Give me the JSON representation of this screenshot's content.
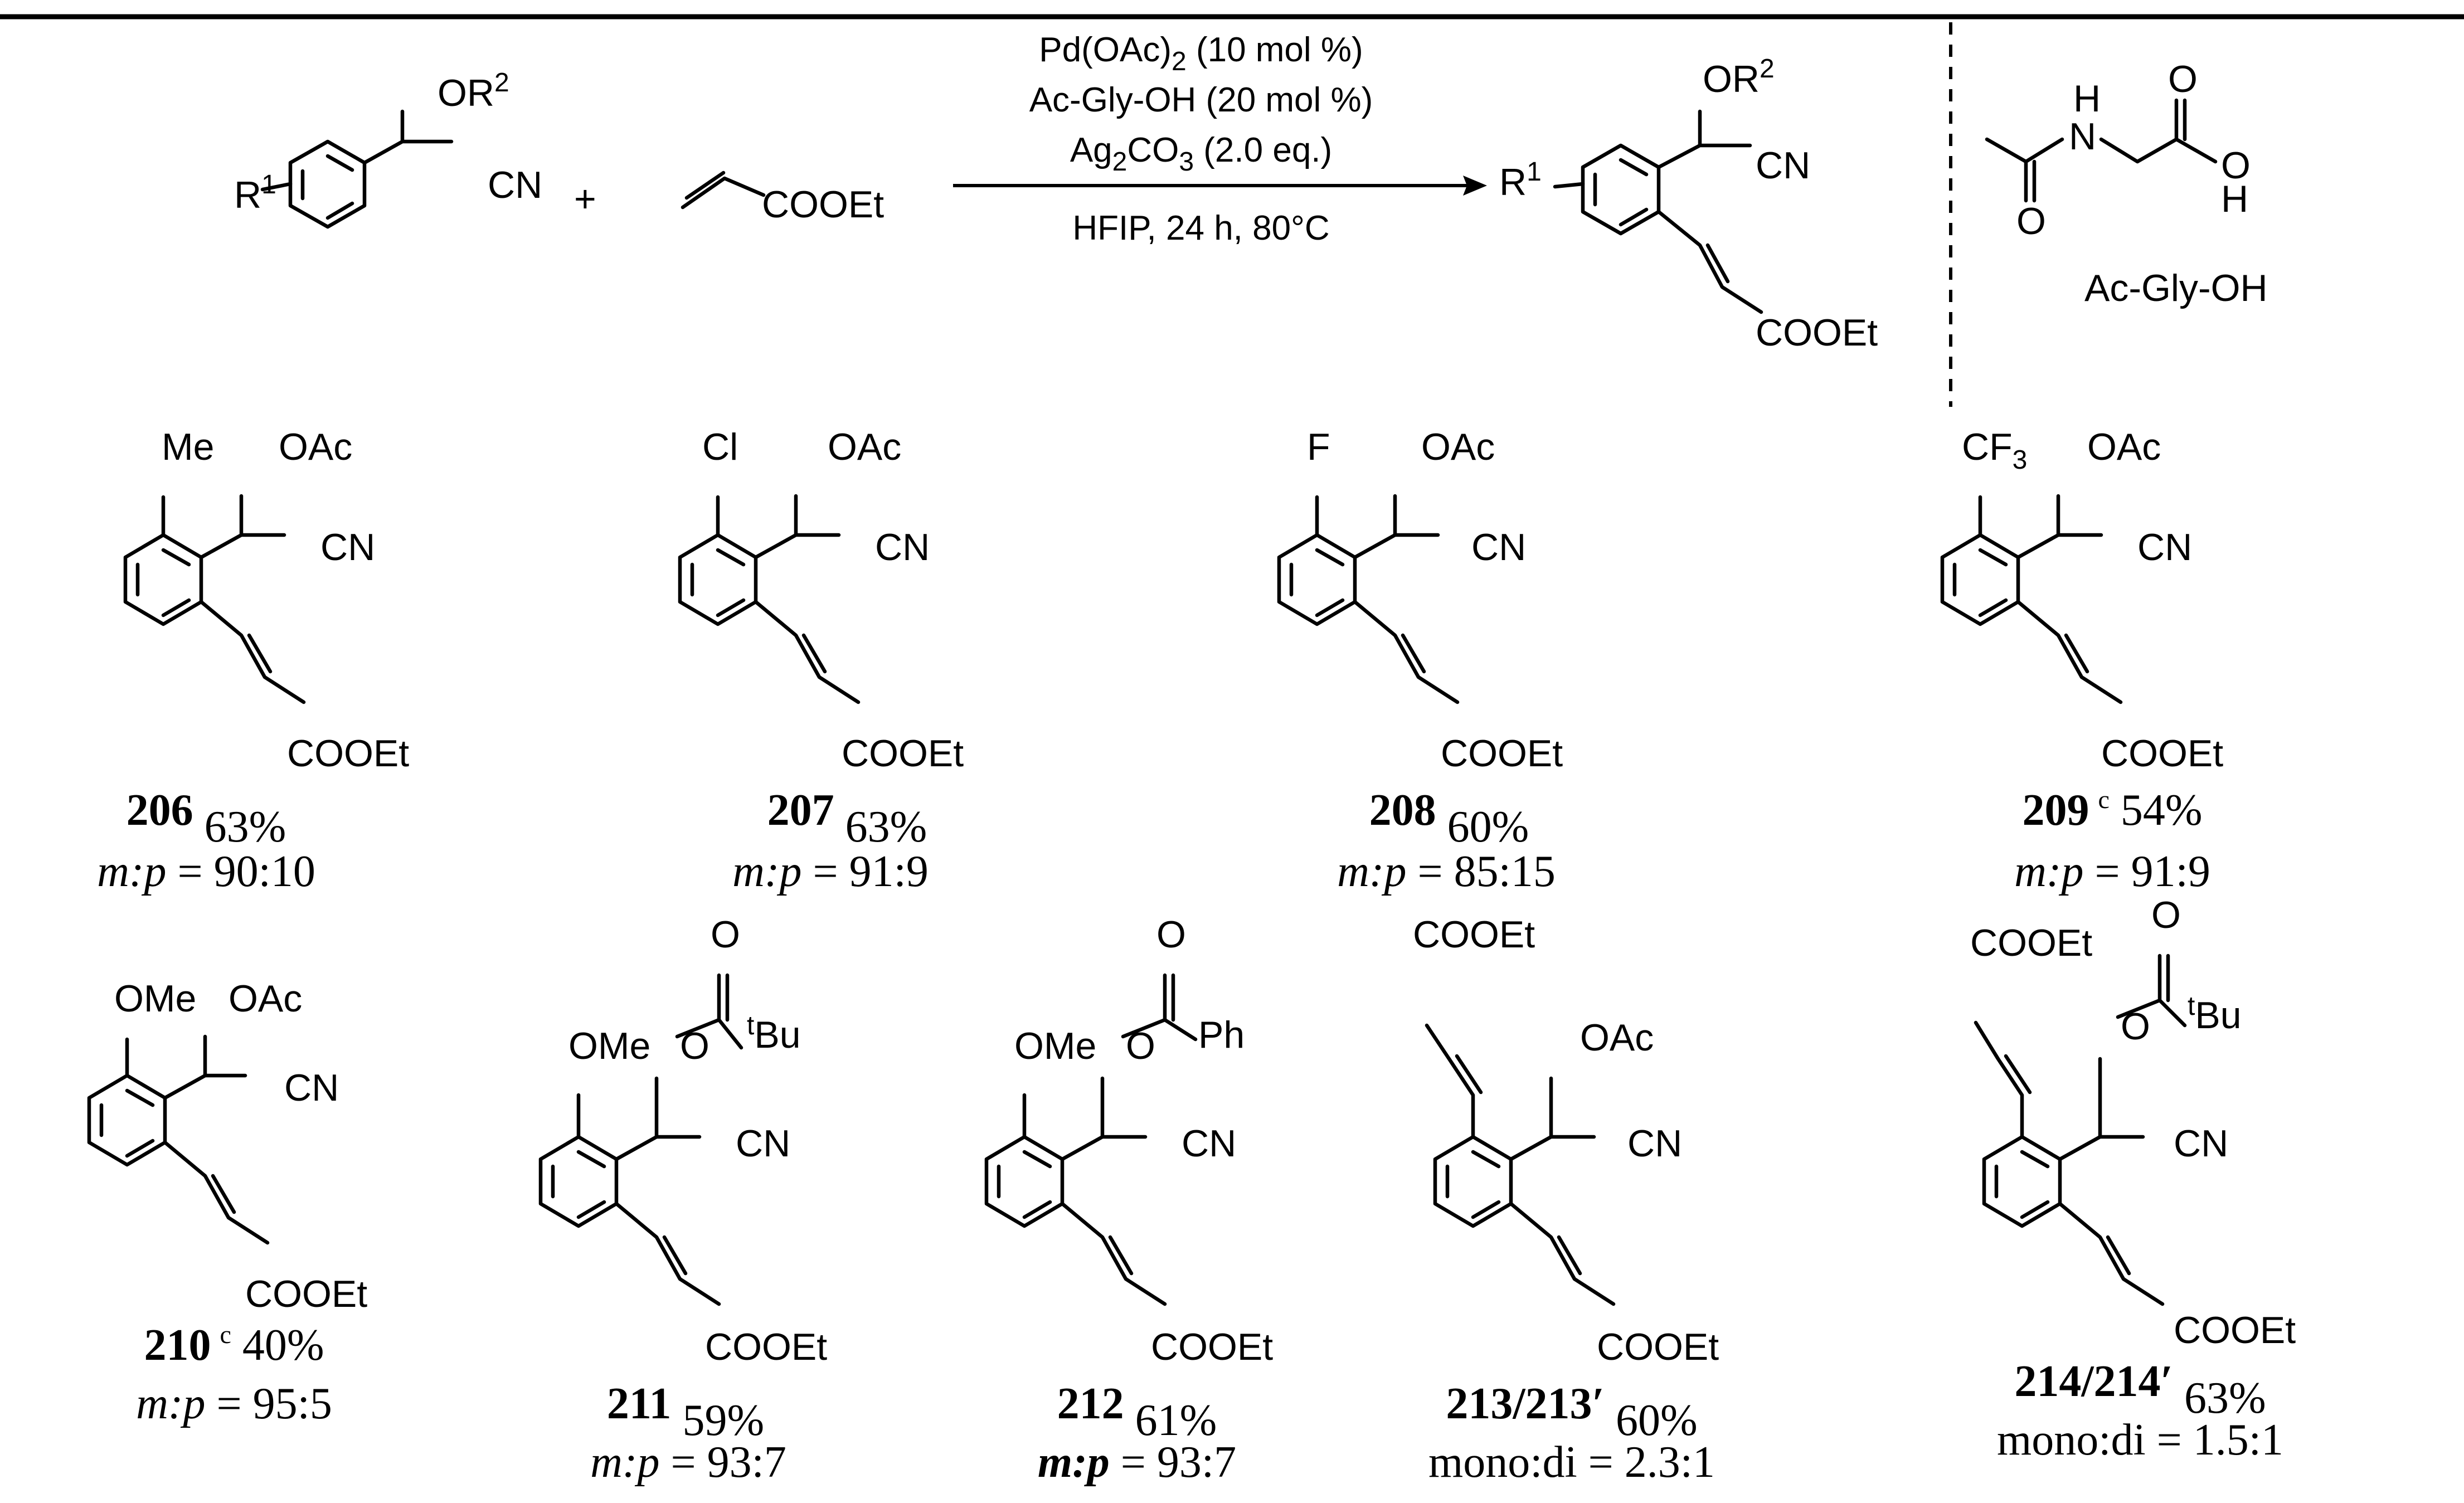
{
  "reaction": {
    "reactant1": {
      "R1": "R",
      "R1_sup": "1",
      "OR2": "OR",
      "OR2_sup": "2",
      "CN": "CN"
    },
    "plus": "+",
    "reactant2": {
      "ester": "COOEt"
    },
    "conditions": {
      "line1": [
        "Pd(OAc)",
        "2",
        " (10 mol %)"
      ],
      "line2": "Ac-Gly-OH (20 mol %)",
      "line3": [
        "Ag",
        "2",
        "CO",
        "3",
        " (2.0 eq.)"
      ],
      "line4": "HFIP, 24 h, 80°C"
    },
    "product": {
      "R1": "R",
      "R1_sup": "1",
      "OR2": "OR",
      "OR2_sup": "2",
      "CN": "CN",
      "ester": "COOEt"
    }
  },
  "ligand": {
    "H_top": "H",
    "N": "N",
    "O_top": "O",
    "O_carbonyl": "O",
    "O_acid": "O",
    "H_acid": "H",
    "name": "Ac-Gly-OH"
  },
  "compounds": [
    {
      "id": "206",
      "ortho": "Me",
      "ester_group": "OAc",
      "cn": "CN",
      "cooet": "COOEt",
      "yield": "63%",
      "sup": "",
      "ratio_label": "m:p",
      "ratio_value": " = 90:10"
    },
    {
      "id": "207",
      "ortho": "Cl",
      "ester_group": "OAc",
      "cn": "CN",
      "cooet": "COOEt",
      "yield": "63%",
      "sup": "",
      "ratio_label": "m:p",
      "ratio_value": " = 91:9"
    },
    {
      "id": "208",
      "ortho": "F",
      "ester_group": "OAc",
      "cn": "CN",
      "cooet": "COOEt",
      "yield": "60%",
      "sup": "",
      "ratio_label": "m:p",
      "ratio_value": " = 85:15"
    },
    {
      "id": "209",
      "ortho": "CF",
      "ortho_sub": "3",
      "ester_group": "OAc",
      "cn": "CN",
      "cooet": "COOEt",
      "yield": "54%",
      "sup": "c",
      "ratio_label": "m:p",
      "ratio_value": " = 91:9"
    },
    {
      "id": "210",
      "ortho": "OMe",
      "ester_group": "OAc",
      "cn": "CN",
      "cooet": "COOEt",
      "yield": "40%",
      "sup": "c",
      "ratio_label": "m:p",
      "ratio_value": " = 95:5"
    },
    {
      "id": "211",
      "ortho": "OMe",
      "ester_o": "O",
      "carbonyl_o": "O",
      "acyl": "Bu",
      "acyl_sup": "t",
      "cn": "CN",
      "cooet": "COOEt",
      "yield": "59%",
      "sup": "",
      "ratio_label": "m:p",
      "ratio_value": " = 93:7"
    },
    {
      "id": "212",
      "ortho": "OMe",
      "ester_o": "O",
      "carbonyl_o": "O",
      "acyl": "Ph",
      "cn": "CN",
      "cooet": "COOEt",
      "yield": "61%",
      "sup": "",
      "ratio_label": "m:p",
      "ratio_value": " = 93:7"
    },
    {
      "id": "213/213′",
      "ortho_ester": "COOEt",
      "ester_group": "OAc",
      "cn": "CN",
      "cooet": "COOEt",
      "yield": "60%",
      "sup": "",
      "ratio_text": "mono:di = 2.3:1"
    },
    {
      "id": "214/214′",
      "ortho_ester": "COOEt",
      "ester_o": "O",
      "carbonyl_o": "O",
      "acyl": "Bu",
      "acyl_sup": "t",
      "cn": "CN",
      "cooet": "COOEt",
      "yield": "63%",
      "sup": "",
      "ratio_text": "mono:di = 1.5:1"
    }
  ]
}
